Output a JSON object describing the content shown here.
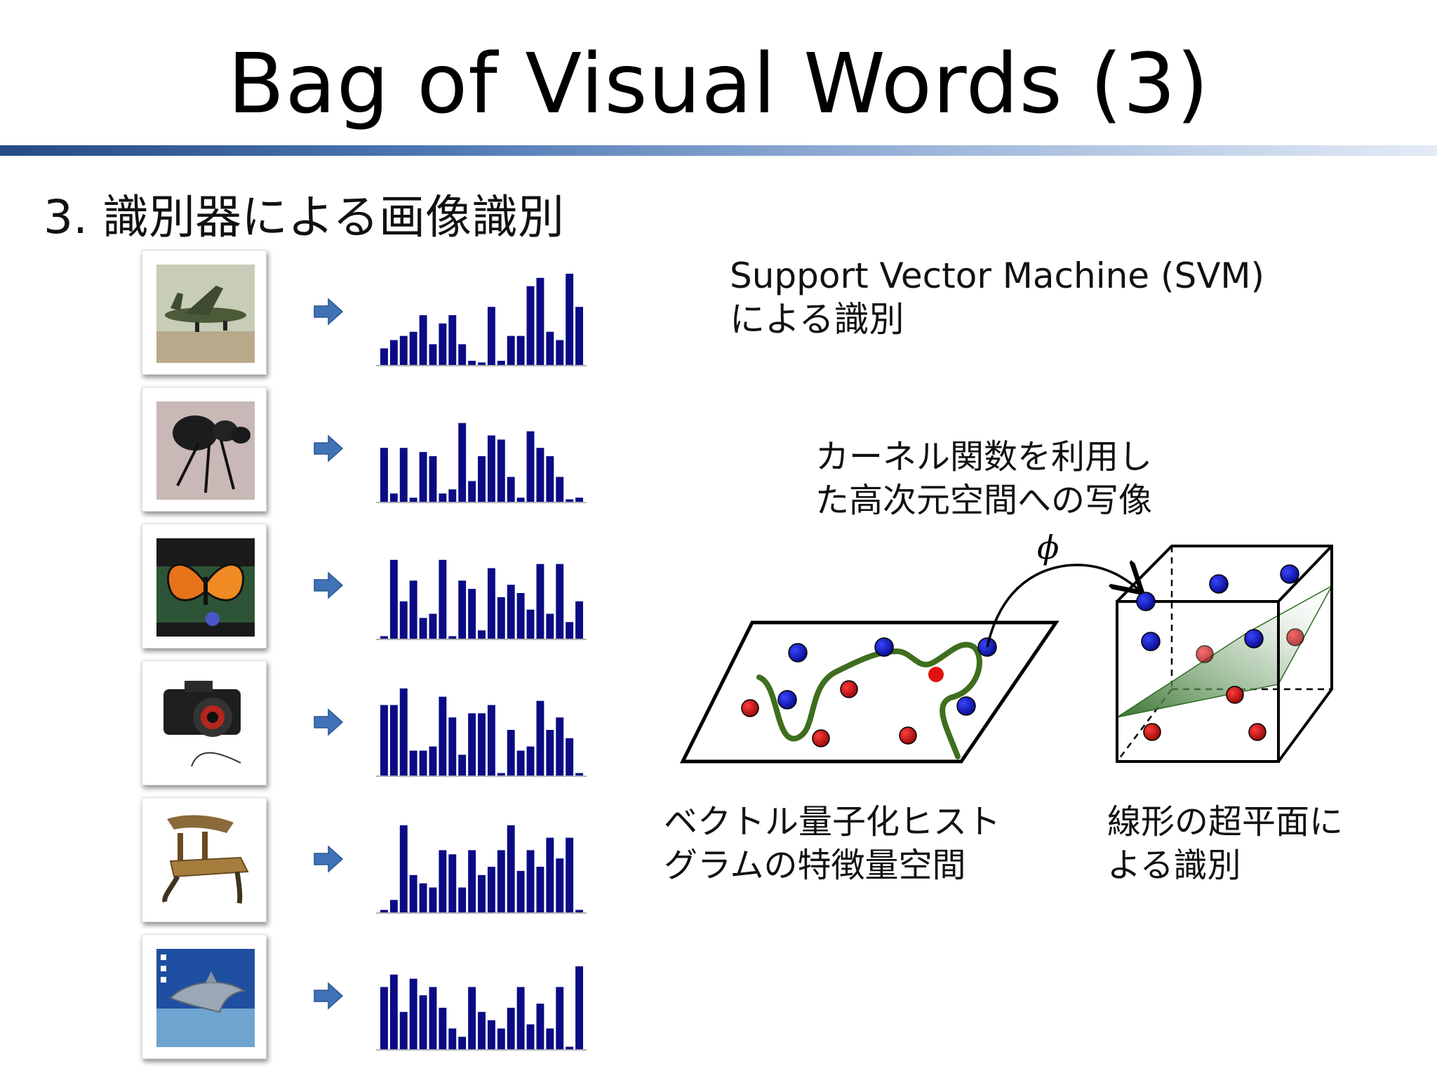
{
  "slide": {
    "title": "Bag of Visual Words (3)",
    "subtitle": "3. 識別器による画像識別"
  },
  "colors": {
    "bar": "#0b0b85",
    "arrow": "#3f72b6",
    "point_blue": "#0a10b5",
    "point_red": "#c70d0d",
    "curve": "#3e6e1e",
    "plane": "#2d6b22"
  },
  "rows": [
    {
      "icon": "airplane-icon",
      "histogram": [
        4,
        6,
        7,
        8,
        12,
        5,
        10,
        12,
        5,
        1,
        0,
        14,
        1,
        7,
        7,
        19,
        21,
        8,
        6,
        22,
        14
      ]
    },
    {
      "icon": "ant-icon",
      "histogram": [
        13,
        2,
        13,
        1,
        12,
        11,
        2,
        3,
        19,
        5,
        11,
        16,
        15,
        6,
        1,
        17,
        13,
        11,
        6,
        0,
        1
      ]
    },
    {
      "icon": "butterfly-icon",
      "histogram": [
        0,
        19,
        9,
        14,
        5,
        6,
        19,
        0,
        14,
        12,
        2,
        17,
        10,
        13,
        11,
        7,
        18,
        6,
        18,
        4,
        9
      ]
    },
    {
      "icon": "camera-icon",
      "histogram": [
        17,
        17,
        21,
        6,
        6,
        7,
        19,
        14,
        5,
        15,
        15,
        17,
        0,
        11,
        6,
        7,
        18,
        11,
        14,
        9,
        0
      ]
    },
    {
      "icon": "chair-icon",
      "histogram": [
        0,
        3,
        21,
        9,
        7,
        6,
        15,
        14,
        6,
        15,
        9,
        11,
        15,
        21,
        10,
        15,
        11,
        18,
        13,
        18,
        0
      ]
    },
    {
      "icon": "dolphin-icon",
      "histogram": [
        15,
        18,
        9,
        17,
        13,
        15,
        10,
        5,
        3,
        15,
        9,
        7,
        5,
        10,
        15,
        6,
        11,
        5,
        15,
        0,
        20
      ]
    }
  ],
  "svm": {
    "title_line1": "Support Vector Machine (SVM)",
    "title_line2": "による識別",
    "kernel_line1": "カーネル関数を利用し",
    "kernel_line2": "た高次元空間への写像",
    "phi": "ϕ",
    "left_caption_line1": "ベクトル量子化ヒスト",
    "left_caption_line2": "グラムの特徴量空間",
    "right_caption_line1": "線形の超平面に",
    "right_caption_line2": "よる識別"
  }
}
